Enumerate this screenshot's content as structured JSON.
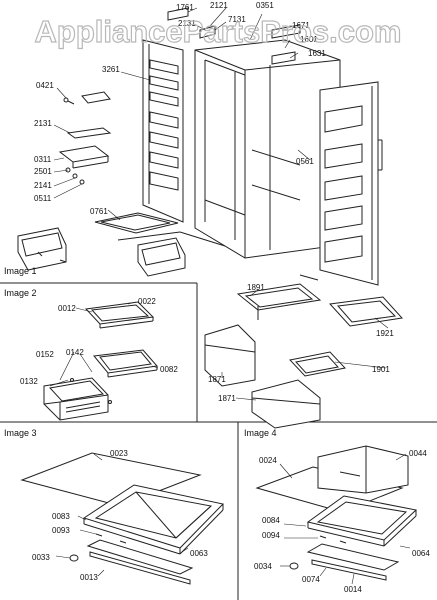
{
  "watermark": "AppliancePartsPros.com",
  "panel_titles": {
    "image1": "Image 1",
    "image2": "Image 2",
    "image3": "Image 3",
    "image4": "Image 4"
  },
  "callouts": {
    "image1": [
      "1761",
      "2121",
      "2131",
      "7131",
      "0351",
      "1671",
      "1601",
      "1631",
      "3261",
      "0421",
      "2131",
      "0311",
      "2501",
      "2141",
      "0511",
      "0561",
      "0761",
      "1891",
      "1921",
      "1871",
      "1901",
      "1871"
    ],
    "image2": [
      "0012",
      "0022",
      "0152",
      "0142",
      "0132",
      "0082"
    ],
    "image3": [
      "0023",
      "0083",
      "0093",
      "0033",
      "0013",
      "0063"
    ],
    "image4": [
      "0024",
      "0044",
      "0084",
      "0094",
      "0034",
      "0074",
      "0014",
      "0064"
    ]
  }
}
